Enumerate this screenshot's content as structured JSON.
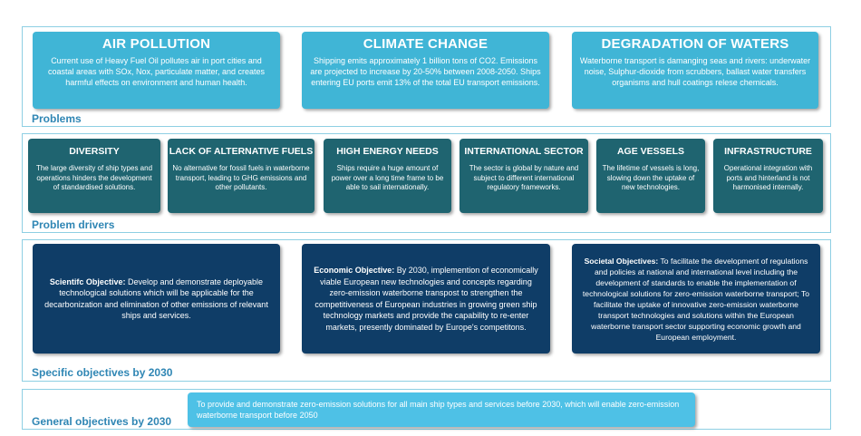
{
  "sections": {
    "problems": "Problems",
    "drivers": "Problem drivers",
    "specific": "Specific objectives by 2030",
    "general": "General objectives by 2030"
  },
  "problems": [
    {
      "title": "AIR POLLUTION",
      "text": "Current use of Heavy Fuel Oil pollutes air in port cities and coastal areas with SOx, Nox, particulate matter, and creates harmful effects on environment and human health."
    },
    {
      "title": "CLIMATE CHANGE",
      "text": "Shipping emits approximately 1 billion tons of CO2. Emissions are projected to increase by 20-50% between 2008-2050. Ships entering EU ports emit 13% of the total EU transport emissions."
    },
    {
      "title": "DEGRADATION OF WATERS",
      "text": "Waterborne transport is damanging seas and rivers: underwater noise, Sulphur-dioxide from scrubbers, ballast water transfers organisms and hull coatings relese chemicals."
    }
  ],
  "drivers": [
    {
      "title": "DIVERSITY",
      "text": "The large diversity of ship types and operations hinders the development of standardised solutions."
    },
    {
      "title": "LACK OF ALTERNATIVE FUELS",
      "text": "No alternative for fossil fuels in waterborne transport, leading to GHG emissions and other pollutants."
    },
    {
      "title": "HIGH ENERGY NEEDS",
      "text": "Ships require a huge amount of power over a long time frame to be able to sail internationally."
    },
    {
      "title": "INTERNATIONAL SECTOR",
      "text": "The sector is global by nature and subject to different international regulatory frameworks."
    },
    {
      "title": "AGE VESSELS",
      "text": "The lifetime of vessels is long, slowing down the uptake of new technologies."
    },
    {
      "title": "INFRASTRUCTURE",
      "text": "Operational integration with ports and hinterland is not harmonised internally."
    }
  ],
  "objectives": [
    {
      "label": "Scientifc Objective:",
      "text": " Develop and demonstrate deployable technological solutions which will be applicable for the decarbonization and elimination of other emissions of relevant ships and services."
    },
    {
      "label": "Economic Objective:",
      "text": " By 2030, implemention of economically viable European new technologies and concepts regarding zero-emission waterborne transpost to strengthen the competitiveness of European industries in growing green ship technology markets and provide the capability to re-enter markets, presently dominated by Europe's competitons."
    },
    {
      "label": "Societal Objectives:",
      "text": " To facilitate the development of regulations and policies at national and international level including the development of standards to enable the implementation of technological solutions for zero-emission waterborne transport; To facilitate the uptake of innovative zero-emission waterborne transport technologies and solutions within the European waterborne transport sector supporting economic growth and European employment."
    }
  ],
  "general_objective": "To provide and demonstrate zero-emission solutions for all main ship types and services before 2030, which will enable zero-emission waterborne transport before 2050",
  "colors": {
    "light_blue": "#40b5d6",
    "teal": "#1f6470",
    "navy": "#0f3d67",
    "label_blue": "#2f86b4",
    "border": "#8ecfe3"
  }
}
